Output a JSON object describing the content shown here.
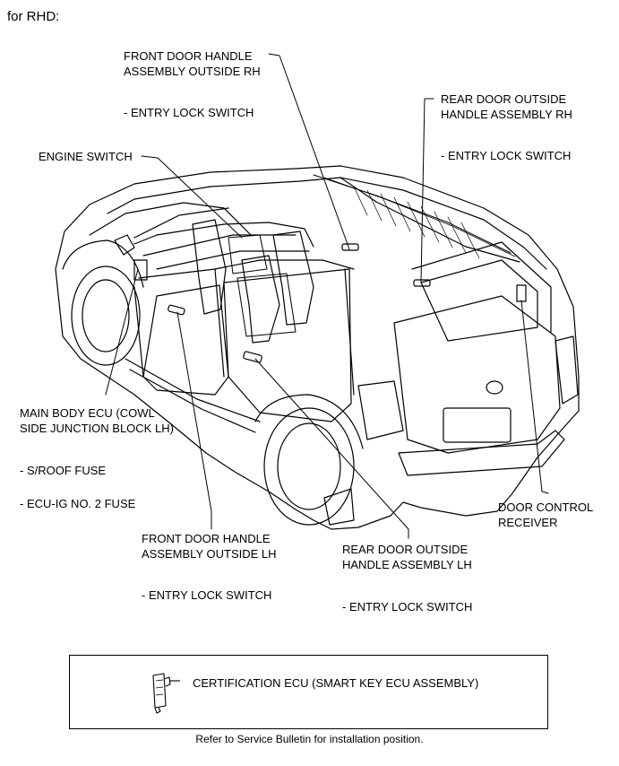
{
  "heading": "for RHD:",
  "callouts": {
    "front_rh": {
      "lines": [
        "FRONT DOOR HANDLE",
        "ASSEMBLY OUTSIDE RH"
      ],
      "sub": "- ENTRY LOCK SWITCH"
    },
    "rear_rh": {
      "lines": [
        "REAR DOOR OUTSIDE",
        "HANDLE ASSEMBLY RH"
      ],
      "sub": "- ENTRY LOCK SWITCH"
    },
    "engine_switch": {
      "lines": [
        "ENGINE SWITCH"
      ]
    },
    "main_body_ecu": {
      "lines": [
        "MAIN BODY ECU (COWL",
        "SIDE JUNCTION BLOCK LH)"
      ],
      "subs": [
        "- S/ROOF FUSE",
        "- ECU-IG NO. 2 FUSE"
      ]
    },
    "front_lh": {
      "lines": [
        "FRONT DOOR HANDLE",
        "ASSEMBLY OUTSIDE LH"
      ],
      "sub": "- ENTRY LOCK SWITCH"
    },
    "rear_lh": {
      "lines": [
        "REAR DOOR OUTSIDE",
        "HANDLE ASSEMBLY LH"
      ],
      "sub": "- ENTRY LOCK SWITCH"
    },
    "door_control": {
      "lines": [
        "DOOR CONTROL",
        "RECEIVER"
      ]
    }
  },
  "legend": {
    "item": "CERTIFICATION ECU (SMART KEY ECU ASSEMBLY)"
  },
  "footnote": "Refer to Service Bulletin for installation position."
}
